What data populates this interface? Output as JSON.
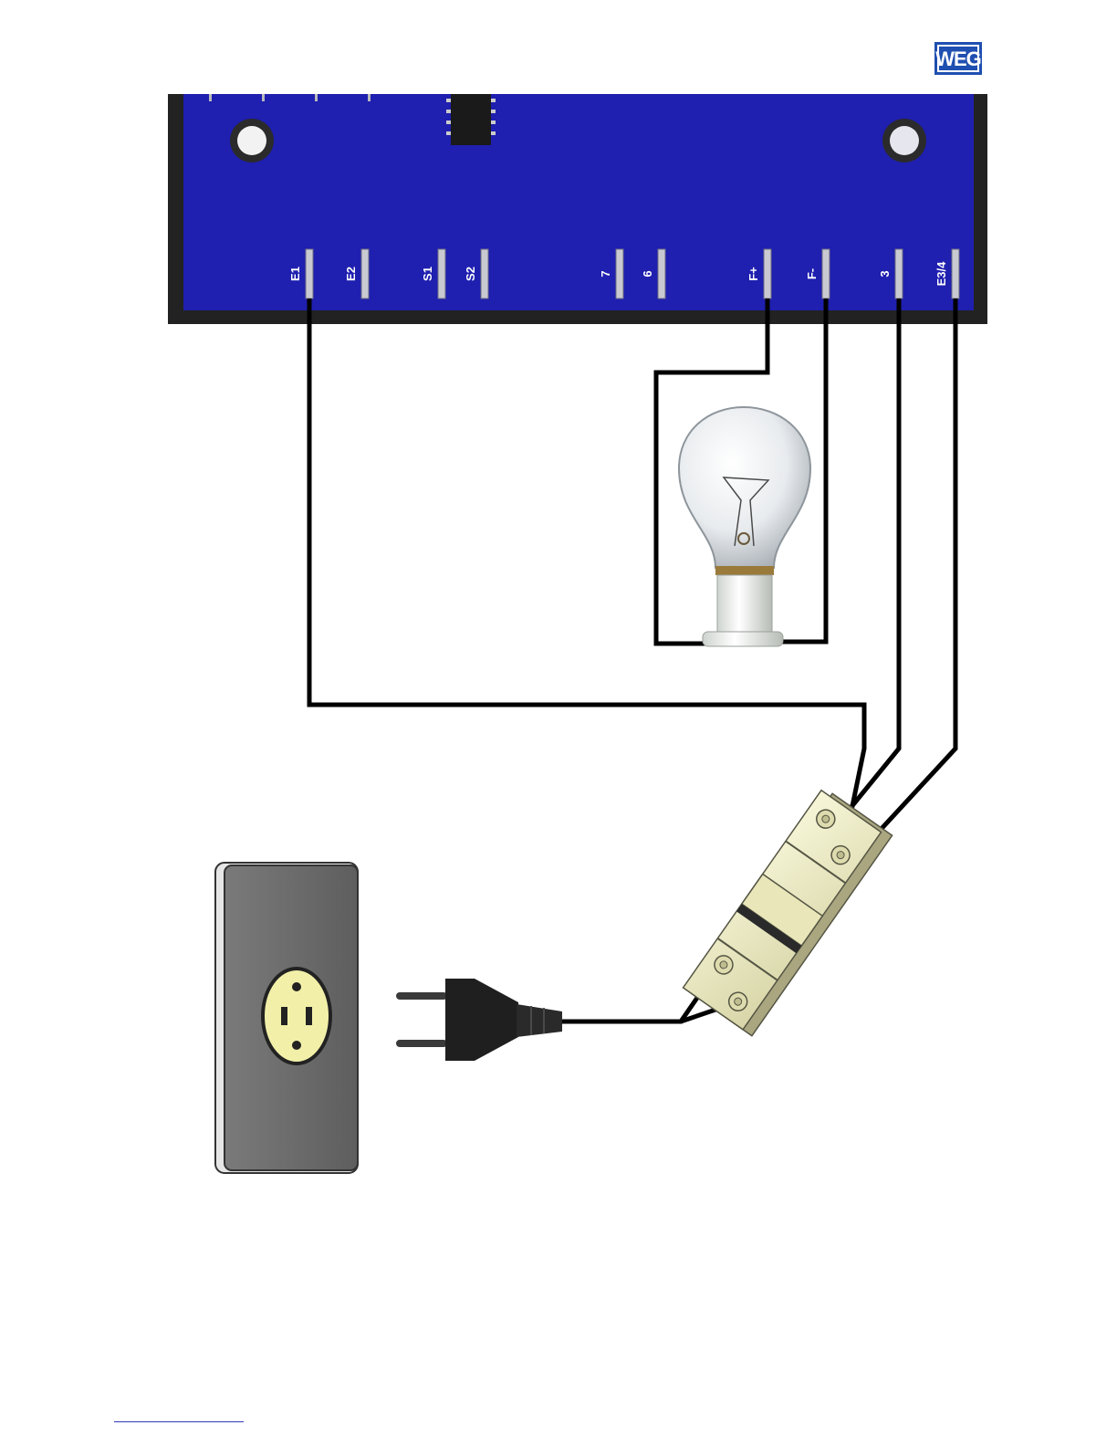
{
  "logo": {
    "text": "WEG",
    "color": "#1f4fb0"
  },
  "board": {
    "color": "#1f1fb0",
    "terminals": [
      {
        "id": "e1",
        "label": "E1"
      },
      {
        "id": "e2",
        "label": "E2"
      },
      {
        "id": "s1",
        "label": "S1"
      },
      {
        "id": "s2",
        "label": "S2"
      },
      {
        "id": "t7",
        "label": "7"
      },
      {
        "id": "t6",
        "label": "6"
      },
      {
        "id": "fplus",
        "label": "F+"
      },
      {
        "id": "fminus",
        "label": "F-"
      },
      {
        "id": "t3",
        "label": "3"
      },
      {
        "id": "e34",
        "label": "E3/4"
      }
    ]
  },
  "components": {
    "lamp": "light-bulb",
    "terminal_block": "fuse-terminal-block",
    "plug": "power-plug",
    "outlet": "wall-outlet"
  },
  "wire_color": "#000000"
}
